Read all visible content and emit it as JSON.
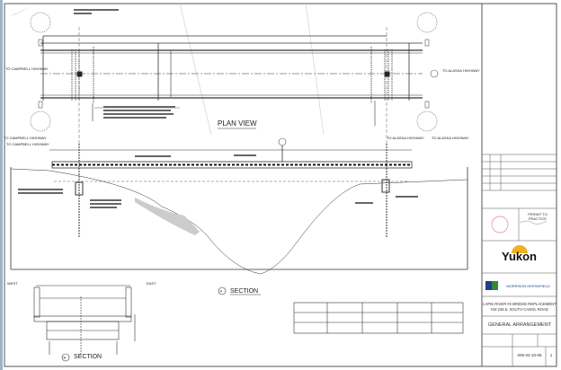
{
  "drawing": {
    "plan_view_title": "PLAN VIEW",
    "section_a_title": "SECTION",
    "section_a_marker": "A",
    "section_b_title": "SECTION",
    "section_b_marker": "B",
    "to_campbell_top": "TO CAMPBELL HIGHWAY",
    "to_campbell_bottom": "TO CAMPBELL HIGHWAY",
    "to_alaska_right": "TO ALASKA HIGHWAY",
    "to_alaska_bottom": "TO ALASKA HIGHWAY",
    "to_campbell_elev": "TO CAMPBELL HIGHWAY",
    "to_alaska_elev": "TO ALASKA HIGHWAY",
    "west_label": "WEST",
    "east_label": "EAST"
  },
  "title_block": {
    "stamp_label": "PERMIT TO PRACTICE",
    "client_logo": "Yukon",
    "consultant_logo": "MORRISON HERSHFIELD",
    "project_line1": "LAPIE RIVER #2 BRIDGE REPLACEMENT",
    "project_line2": "KM 228.5, SOUTH CANOL ROAD",
    "drawing_title": "GENERAL ARRANGEMENT",
    "drawing_number": "006-02-10-06",
    "revision": "1"
  },
  "colors": {
    "yukon_sun": "#f2b01e",
    "mh_green": "#2f8a3a",
    "mh_blue": "#1f3f8a",
    "stamp_red": "#d98a9a"
  }
}
